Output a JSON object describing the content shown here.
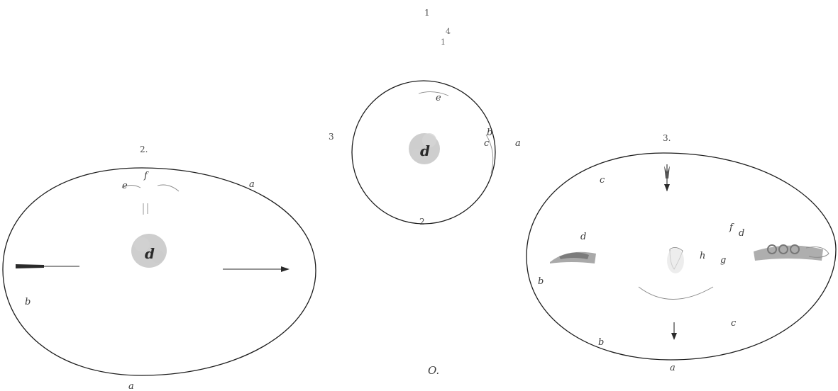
{
  "plate_label": "O.",
  "figures": [
    {
      "number": "1",
      "marks": [
        "1",
        "4"
      ],
      "labels": {
        "e": "e",
        "b": "b",
        "c": "c",
        "a": "a",
        "d": "d",
        "left_3": "3",
        "bottom_2": "2"
      }
    },
    {
      "number": "2.",
      "labels": {
        "f": "f",
        "e": "e",
        "a_top": "a",
        "d": "d",
        "b": "b",
        "a_bottom": "a"
      }
    },
    {
      "number": "3.",
      "labels": {
        "c_top": "c",
        "d_left": "d",
        "f": "f",
        "d_right": "d",
        "h": "h",
        "g": "g",
        "b_left": "b",
        "b_bottom": "b",
        "c_bottom": "c",
        "a": "a"
      }
    }
  ]
}
